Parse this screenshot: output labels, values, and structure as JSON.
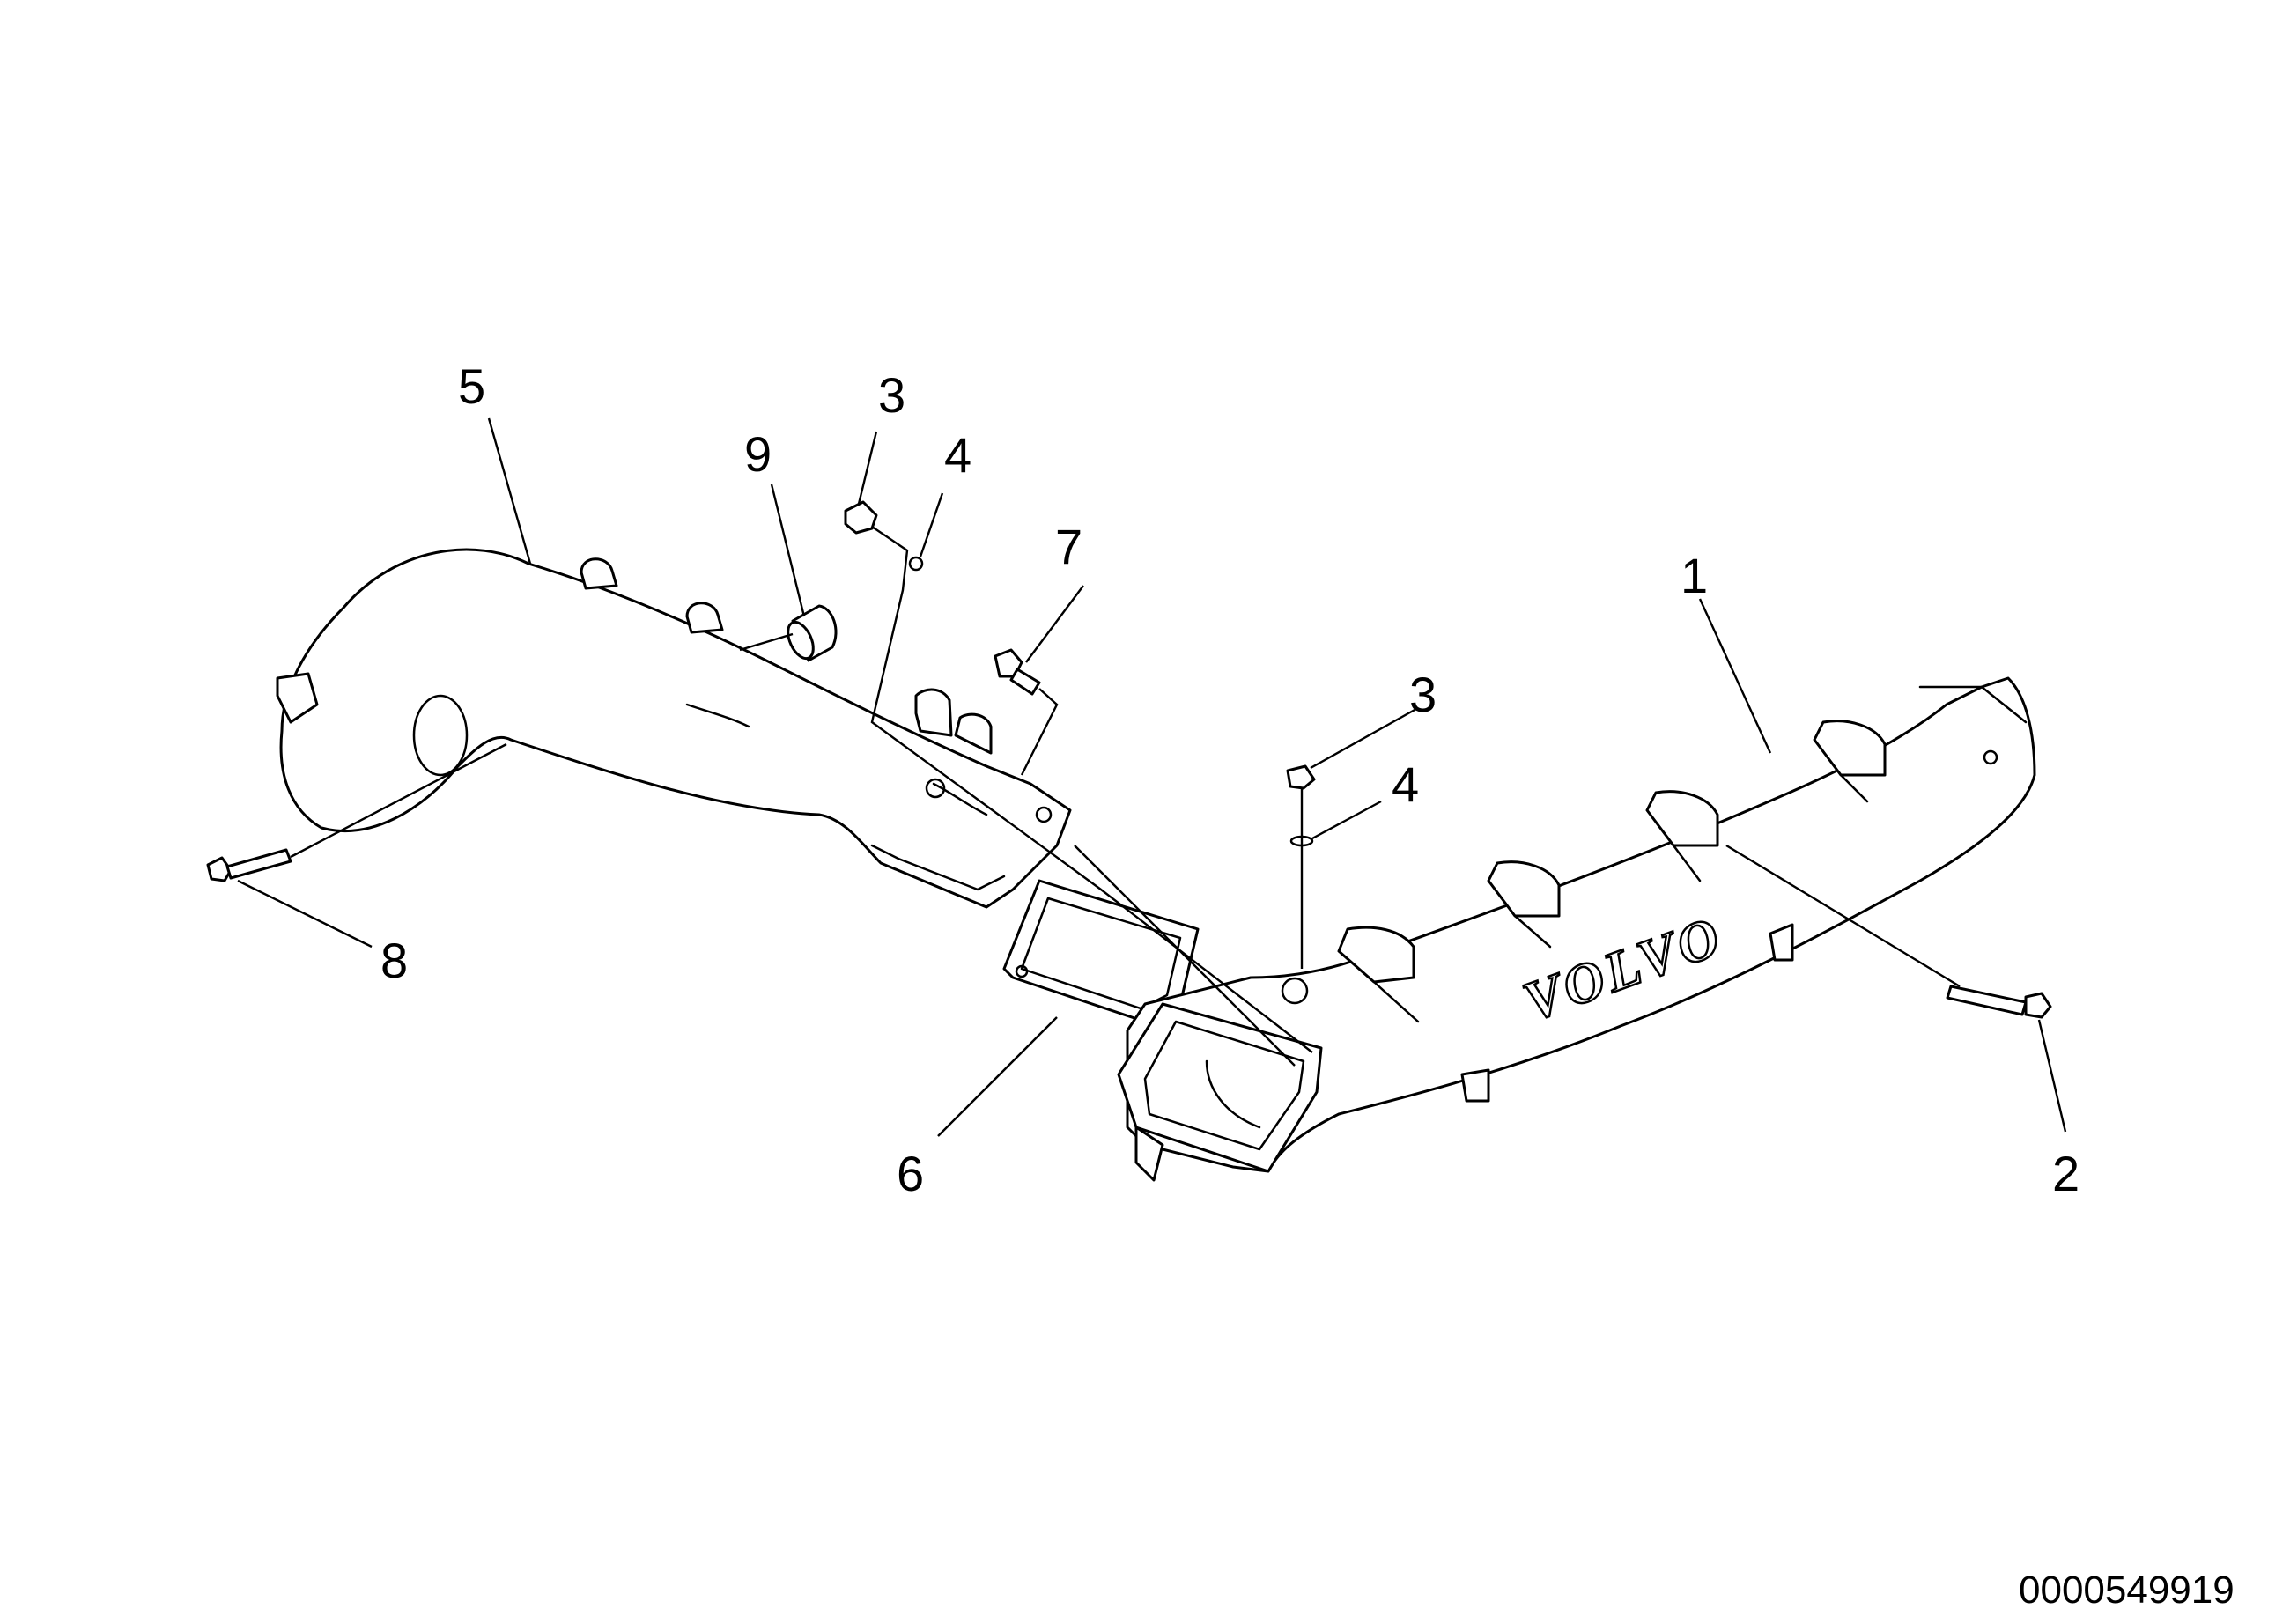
{
  "diagram": {
    "callouts": {
      "c1": "1",
      "c2": "2",
      "c3a": "3",
      "c3b": "3",
      "c4a": "4",
      "c4b": "4",
      "c5": "5",
      "c6": "6",
      "c7": "7",
      "c8": "8",
      "c9": "9"
    },
    "logo_text": "VOLVO",
    "document_number": "0000549919"
  }
}
